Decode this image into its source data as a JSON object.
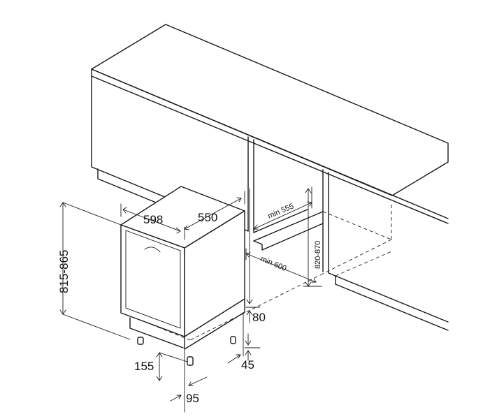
{
  "dimensions": {
    "width": "598",
    "depth": "550",
    "height": "815-865",
    "min_niche_depth": "min 555",
    "min_niche_width": "min 600",
    "niche_height": "820-870",
    "plinth_height": "80",
    "foot_height": "45",
    "front_foot_offset": "155",
    "side_foot_offset": "95"
  },
  "colors": {
    "line": "#1a1a1a",
    "background": "#ffffff"
  }
}
